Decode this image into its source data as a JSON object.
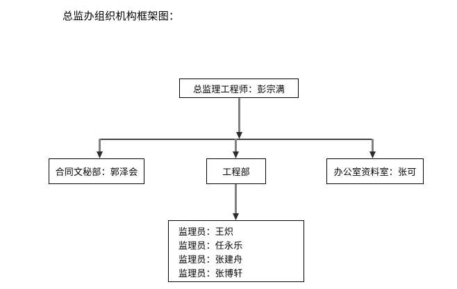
{
  "document": {
    "title": "总监办组织机构框架图：",
    "colors": {
      "box_border": "#000000",
      "connector_line": "#808080",
      "connector_bar": "#000000",
      "arrow_head": "#2b2b2b",
      "background": "#ffffff",
      "text": "#000000"
    }
  },
  "chart": {
    "type": "org-chart",
    "nodes": {
      "director": {
        "label": "总监理工程师：彭宗满",
        "level": 1
      },
      "contract_secretary": {
        "label": "合同文秘部：郭泽会",
        "level": 2
      },
      "engineering": {
        "label": "工程部",
        "level": 2
      },
      "office_archive": {
        "label": "办公室资料室：张可",
        "level": 2
      },
      "supervisors": {
        "level": 3,
        "rows": [
          "监理员：王炽",
          "监理员：任永乐",
          "监理员：张建舟",
          "监理员：张博轩"
        ]
      }
    }
  }
}
